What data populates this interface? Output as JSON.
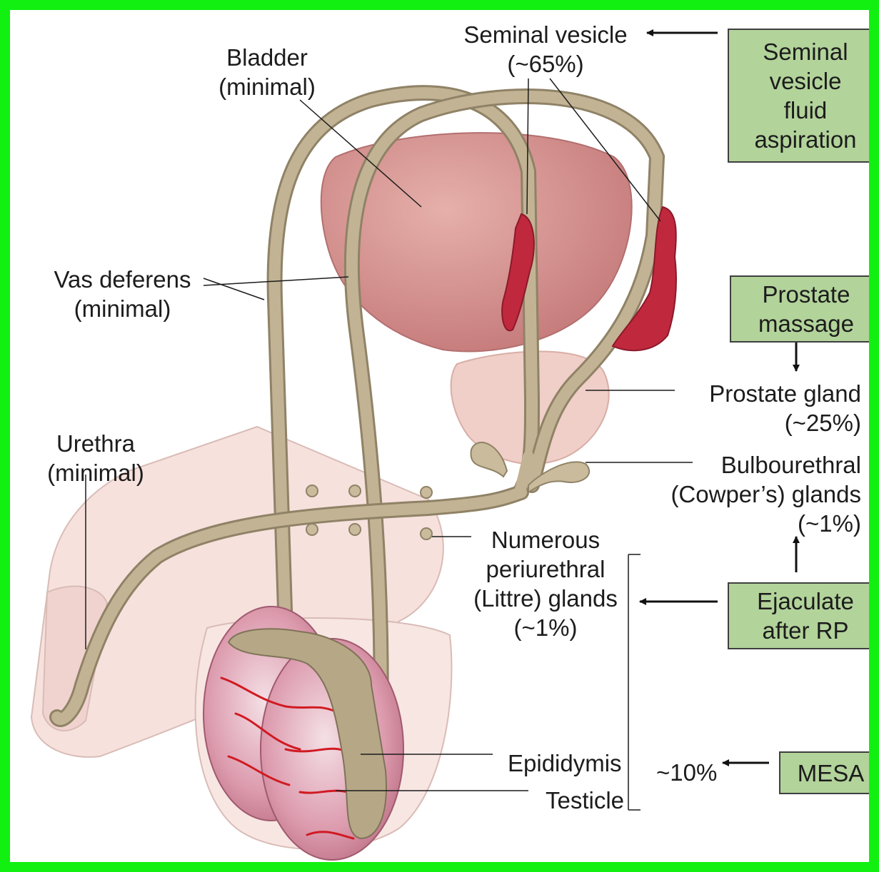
{
  "colors": {
    "frame": "#11f011",
    "box_fill": "#b2d39a",
    "duct": "#c2b394",
    "bladder": "#cf8c8c",
    "seminal_vesicle": "#c0283e",
    "prostate": "#f0cfc8",
    "testicle": "#cf7f95",
    "skin": "#f6e1dd",
    "vessels": "#d11a22"
  },
  "labels": {
    "seminal_vesicle": "Seminal vesicle\n(~65%)",
    "bladder": "Bladder\n(minimal)",
    "vas_deferens": "Vas deferens\n(minimal)",
    "urethra": "Urethra\n(minimal)",
    "prostate_gland": "Prostate gland\n(~25%)",
    "bulbourethral": "Bulbourethral\n(Cowper’s) glands\n(~1%)",
    "periurethral": "Numerous\nperiurethral\n(Littre) glands\n(~1%)",
    "epididymis": "Epididymis",
    "testicle": "Testicle",
    "bracket_percent": "~10%"
  },
  "boxes": {
    "sv_aspiration": "Seminal\nvesicle\nfluid\naspiration",
    "prostate_massage": "Prostate\nmassage",
    "ejaculate_rp": "Ejaculate\nafter RP",
    "mesa": "MESA"
  }
}
